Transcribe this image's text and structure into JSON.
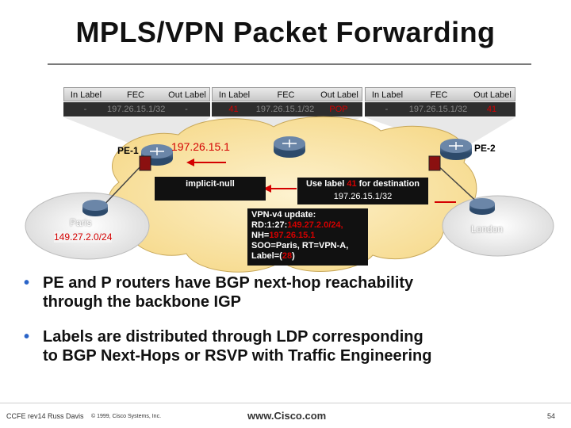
{
  "title": "MPLS/VPN Packet Forwarding",
  "tables": [
    {
      "headers": [
        "In Label",
        "FEC",
        "Out Label"
      ],
      "row": [
        "-",
        "197.26.15.1/32",
        "-"
      ]
    },
    {
      "headers": [
        "In Label",
        "FEC",
        "Out Label"
      ],
      "row": [
        "41",
        "197.26.15.1/32",
        "POP"
      ]
    },
    {
      "headers": [
        "In Label",
        "FEC",
        "Out Label"
      ],
      "row": [
        "-",
        "197.26.15.1/32",
        "41"
      ]
    }
  ],
  "diagram": {
    "pe1": "PE-1",
    "pe2": "PE-2",
    "pe1_ip": "197.26.15.1",
    "implicit_null": "implicit-null",
    "use_label_prefix": "Use label ",
    "use_label_value": "41",
    "use_label_suffix": " for destination",
    "use_label_dest": "197.26.15.1/32",
    "paris_name": "Paris",
    "paris_net": "149.27.2.0/24",
    "london": "London",
    "vpn_update": {
      "line1": "VPN-v4 update:",
      "line2_prefix": "RD:1:27:",
      "line2_value": "149.27.2.0/24,",
      "line3_prefix": "NH=",
      "line3_value": "197.26.15.1",
      "line4": "SOO=Paris, RT=VPN-A,",
      "line5_prefix": "Label=(",
      "line5_value": "28",
      "line5_suffix": ")"
    }
  },
  "bullets": [
    {
      "line1": "PE and P routers have BGP next-hop reachability",
      "line2": "through the backbone IGP"
    },
    {
      "line1": "Labels are distributed through LDP corresponding",
      "line2": "to BGP Next-Hops or RSVP with Traffic Engineering"
    }
  ],
  "footer": {
    "course": "CCFE rev14 Russ Davis",
    "copyright": "© 1999, Cisco Systems, Inc.",
    "website": "www.Cisco.com",
    "page": "54"
  },
  "colors": {
    "accent_red": "#d40000",
    "bullet_blue": "#2a64c8",
    "cloud": "#fbe7b0"
  }
}
